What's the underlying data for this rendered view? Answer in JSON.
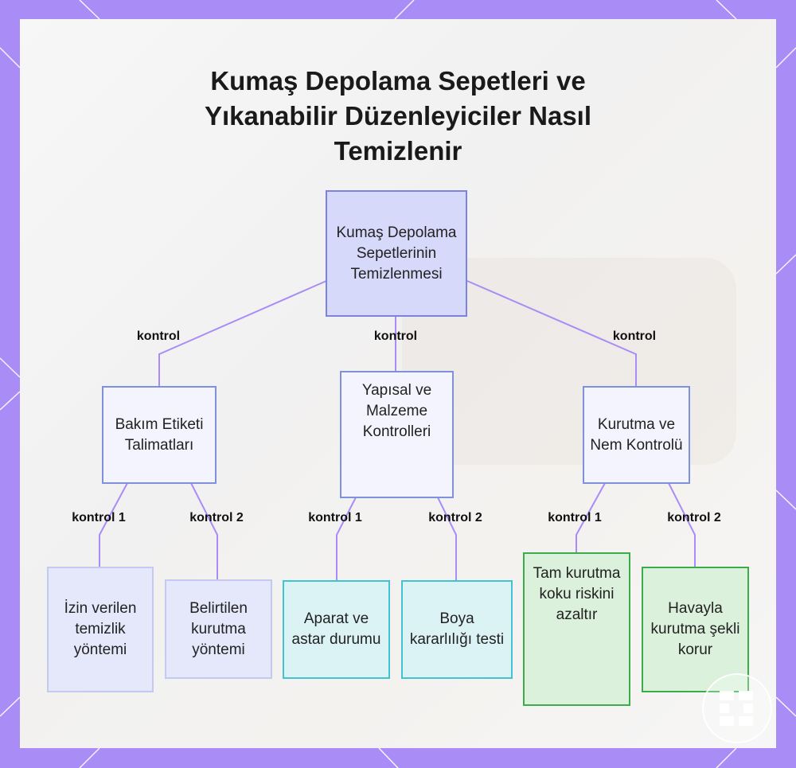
{
  "title": "Kumaş Depolama Sepetleri ve Yıkanabilir Düzenleyiciler Nasıl Temizlenir",
  "colors": {
    "frame": "#a98cf6",
    "connector": "#a98cf6",
    "root_fill": "#d7d9fb",
    "root_border": "#7a83e0",
    "leaf_blue_border": "#c3c9f3",
    "leaf_cyan_border": "#42c3d3",
    "leaf_green_border": "#3bab4c"
  },
  "diagram": {
    "root": {
      "label": "Kumaş Depolama Sepetlerinin Temizlenmesi"
    },
    "branches": [
      {
        "edge_label": "kontrol",
        "label": "Bakım Etiketi Talimatları",
        "children": [
          {
            "edge_label": "kontrol 1",
            "label": "İzin verilen temizlik yöntemi"
          },
          {
            "edge_label": "kontrol 2",
            "label": "Belirtilen kurutma yöntemi"
          }
        ]
      },
      {
        "edge_label": "kontrol",
        "label": "Yapısal ve Malzeme Kontrolleri",
        "children": [
          {
            "edge_label": "kontrol 1",
            "label": "Aparat ve astar durumu"
          },
          {
            "edge_label": "kontrol 2",
            "label": "Boya kararlılığı testi"
          }
        ]
      },
      {
        "edge_label": "kontrol",
        "label": "Kurutma ve Nem Kontrolü",
        "children": [
          {
            "edge_label": "kontrol 1",
            "label": "Tam kurutma koku riskini azaltır"
          },
          {
            "edge_label": "kontrol 2",
            "label": "Havayla kurutma şekli korur"
          }
        ]
      }
    ]
  }
}
